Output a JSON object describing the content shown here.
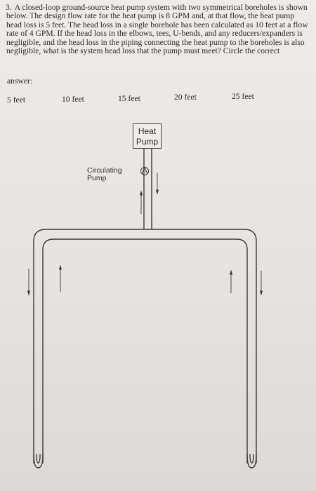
{
  "question": {
    "number": "3.",
    "text": "A closed-loop ground-source heat pump system with two symmetrical boreholes is shown below. The design flow rate for the heat pump is 8 GPM and, at that flow, the heat pump head loss is 5 feet. The head loss in a single borehole has been calculated as 10 feet at a flow rate of 4 GPM. If the head loss in the elbows, tees, U-bends, and any reducers/expanders is negligible, and the head loss in the piping connecting the heat pump to the boreholes is also negligible, what is the system head loss that the pump must meet? Circle the correct",
    "answer_label": "answer:"
  },
  "options": [
    "5 feet",
    "10 feet",
    "15 feet",
    "20 feet",
    "25 feet"
  ],
  "diagram": {
    "heat_pump_line1": "Heat",
    "heat_pump_line2": "Pump",
    "circulating_line1": "Circulating",
    "circulating_line2": "Pump"
  }
}
